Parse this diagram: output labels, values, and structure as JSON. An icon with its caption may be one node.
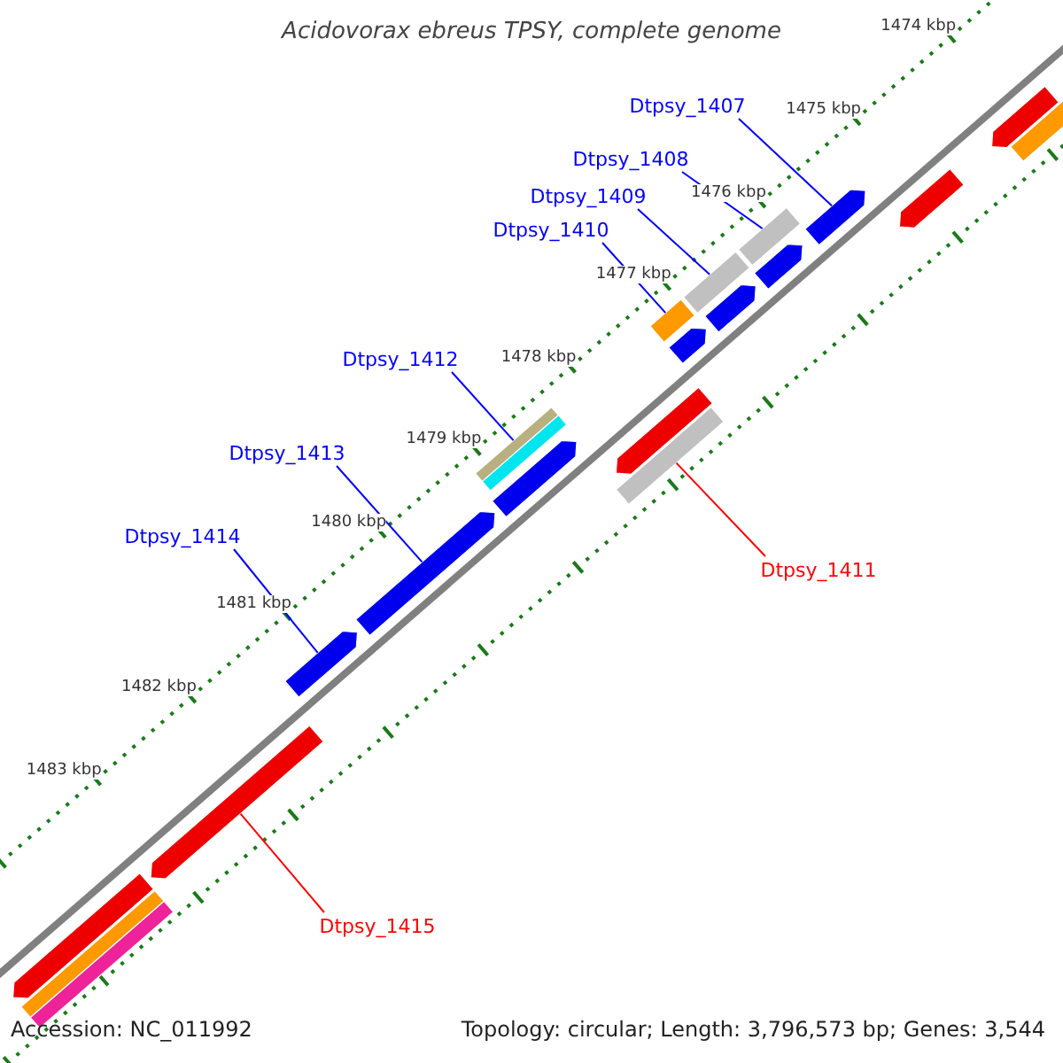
{
  "diagram": {
    "title": "Acidovorax ebreus TPSY, complete genome",
    "nodes": [
      {
        "text": [
          "Dtpsy_1407"
        ]
      },
      {
        "text": [
          "Dtpsy_1408"
        ]
      },
      {
        "text": [
          "Dtpsy_1409"
        ]
      },
      {
        "text": [
          "Dtpsy_1410"
        ]
      },
      {
        "text": [
          "Dtpsy_1412"
        ]
      },
      {
        "text": [
          "Dtpsy_1413"
        ]
      },
      {
        "text": [
          "Dtpsy_1414"
        ]
      },
      {
        "text": [
          "Dtpsy_1411"
        ]
      },
      {
        "text": [
          "Dtpsy_1415"
        ]
      },
      {
        "text": [],
        "shape": "arrow"
      },
      {
        "text": [],
        "shape": "box"
      },
      {
        "text": [],
        "shape": "box"
      },
      {
        "text": [],
        "shape": "box"
      },
      {
        "text": [],
        "shape": "box"
      },
      {
        "text": [],
        "shape": "arrow"
      },
      {
        "text": [],
        "shape": "arrow"
      },
      {
        "text": [],
        "shape": "box"
      },
      {
        "text": [],
        "shape": "arrow"
      }
    ],
    "edges": [
      {
        "from": 0,
        "to": 9,
        "arrow": "none"
      },
      {
        "from": 1,
        "to": 10,
        "arrow": "none"
      },
      {
        "from": 2,
        "to": 11,
        "arrow": "none"
      },
      {
        "from": 3,
        "to": 12,
        "arrow": "none"
      },
      {
        "from": 4,
        "to": 13,
        "arrow": "none"
      },
      {
        "from": 5,
        "to": 14,
        "arrow": "none"
      },
      {
        "from": 6,
        "to": 15,
        "arrow": "none"
      },
      {
        "from": 7,
        "to": 16,
        "arrow": "none",
        "color": "#ff0000"
      },
      {
        "from": 8,
        "to": 17,
        "arrow": "none",
        "color": "#ff0000"
      }
    ],
    "labels": [
      "1474 kbp",
      "1475 kbp",
      "1476 kbp",
      "1477 kbp",
      "1478 kbp",
      "1479 kbp",
      "1480 kbp",
      "1481 kbp",
      "1482 kbp",
      "1483 kbp",
      "Accession: NC_011992",
      "Topology: circular; Length: 3,796,573 bp; Genes: 3,544"
    ]
  }
}
